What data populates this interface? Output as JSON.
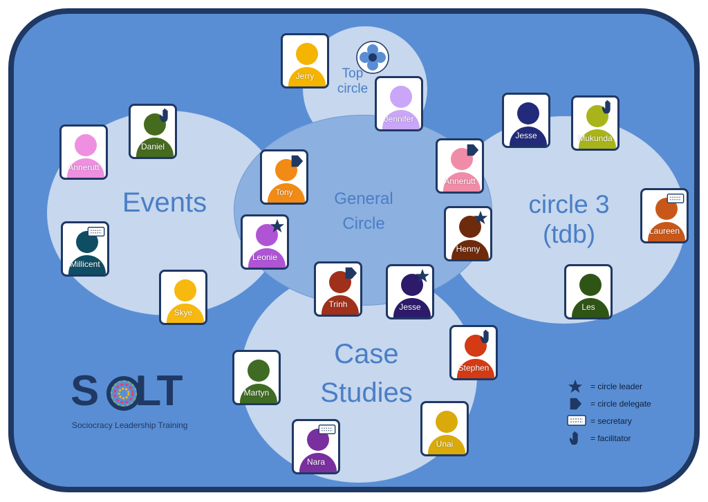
{
  "circles": {
    "top": [
      "Top",
      "circle"
    ],
    "events": "Events",
    "general": [
      "General",
      "Circle"
    ],
    "circle3": [
      "circle 3",
      "(tdb)"
    ],
    "case": [
      "Case",
      "Studies"
    ]
  },
  "people": [
    {
      "name": "Jerry",
      "color": "#f5b400",
      "role": ""
    },
    {
      "name": "Jennifer",
      "color": "#c9a6f7",
      "role": ""
    },
    {
      "name": "Daniel",
      "color": "#466b1f",
      "role": "facilitator"
    },
    {
      "name": "Annerutt",
      "color": "#ef8fe0",
      "role": ""
    },
    {
      "name": "Millicent",
      "color": "#0f4d63",
      "role": "secretary"
    },
    {
      "name": "Skye",
      "color": "#f7b80f",
      "role": ""
    },
    {
      "name": "Tony",
      "color": "#f28a16",
      "role": "delegate"
    },
    {
      "name": "Leonie",
      "color": "#b054d6",
      "role": "leader"
    },
    {
      "name": "Annerutt",
      "color": "#f08ca8",
      "role": "delegate"
    },
    {
      "name": "Henny",
      "color": "#6e2b0c",
      "role": "leader"
    },
    {
      "name": "Jesse",
      "color": "#232a7a",
      "role": ""
    },
    {
      "name": "Mukunda",
      "color": "#a8b41a",
      "role": "facilitator"
    },
    {
      "name": "Laureen",
      "color": "#c8581a",
      "role": "secretary"
    },
    {
      "name": "Les",
      "color": "#2f5516",
      "role": ""
    },
    {
      "name": "Trinh",
      "color": "#a0301a",
      "role": "delegate"
    },
    {
      "name": "Jesse",
      "color": "#2d1a6a",
      "role": "leader"
    },
    {
      "name": "Stephen",
      "color": "#d43a14",
      "role": "facilitator"
    },
    {
      "name": "Martyn",
      "color": "#3f6b24",
      "role": ""
    },
    {
      "name": "Nara",
      "color": "#7a2f9e",
      "role": "secretary"
    },
    {
      "name": "Unai",
      "color": "#d9aa0a",
      "role": ""
    }
  ],
  "logo": {
    "word_left": "S",
    "word_right": "LT",
    "subtitle": "Sociocracy Leadership Training"
  },
  "legend": [
    {
      "icon": "star-icon",
      "text": "= circle leader"
    },
    {
      "icon": "delegate-icon",
      "text": "= circle delegate"
    },
    {
      "icon": "keyboard-icon",
      "text": "= secretary"
    },
    {
      "icon": "hand-icon",
      "text": "= facilitator"
    }
  ],
  "colors": {
    "background": "#5a8ed4",
    "frame": "#1f3864",
    "circle_fill": "#c6d7ee",
    "general_fill": "#8cb0e0",
    "label": "#4a7ec6"
  }
}
